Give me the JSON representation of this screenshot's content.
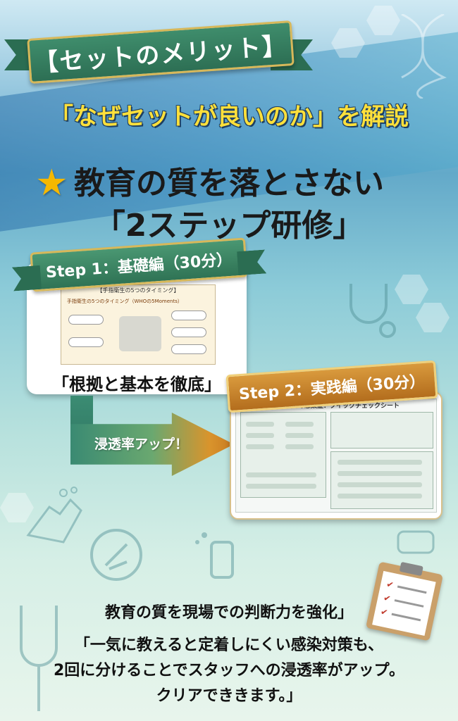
{
  "top_ribbon": "【セットのメリット】",
  "headline_yellow": "「なぜセットが良いのか」を解説",
  "headline_line1": "教育の質を落とさない",
  "headline_line2": "「2ステップ研修」",
  "step1": {
    "ribbon": "Step 1：基礎編（30分）",
    "thumb_title": "【手指衛生の5つのタイミング】",
    "thumb_note": "手指衛生の5つのタイミング（WHOの5Moments）",
    "caption": "「根拠と基本を徹底」"
  },
  "arrow_label": "浸透率アップ！",
  "step2": {
    "ribbon": "Step 2：実践編（30分）",
    "sheet_title": "出向後での感染症：クイックチェックシート"
  },
  "footer": {
    "line1": "教育の質を現場での判断力を強化」",
    "line2": "「一気に教えると定着しにくい感染対策も、",
    "line3": "2回に分けることでスタッフへの浸透率がアップ。",
    "line4": "クリアでききます。」"
  },
  "icons": [
    "star-icon",
    "hand-wash-icon",
    "cleaning-icon",
    "stethoscope-icon",
    "clipboard-icon",
    "dna-icon"
  ]
}
